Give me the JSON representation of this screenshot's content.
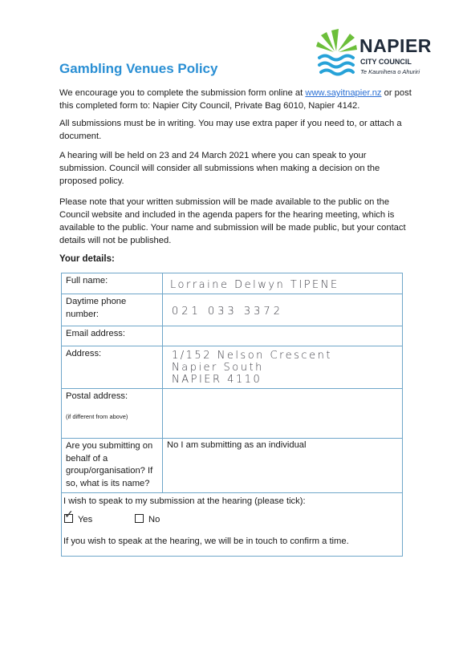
{
  "header": {
    "title": "Gambling Venues Policy",
    "logo_name": "NAPIER",
    "logo_sub": "CITY COUNCIL",
    "logo_maori": "Te Kaunihera o Ahuriri",
    "logo_icon": "napier-leaf-wave-icon",
    "colors": {
      "title": "#2a8fd4",
      "leaf": "#6cbf3a",
      "wave": "#27a2d8"
    }
  },
  "intro": {
    "p1_before": "We encourage you to complete the submission form online at ",
    "p1_link": "www.sayitnapier.nz",
    "p1_after": " or post this completed form to: Napier City Council, Private Bag 6010, Napier 4142.",
    "p2": "All submissions must be in writing.  You may use extra paper if you need to, or attach a document.",
    "p3": "A hearing will be held on 23 and 24 March 2021 where you can speak to your submission. Council will consider all submissions when making a decision on the proposed policy.",
    "p4": "Please note that your written submission will be made available to the public on the Council website and included in the agenda papers for the hearing meeting, which is available to the public. Your name and submission will be made public, but your contact details will not be published."
  },
  "details": {
    "heading": "Your details:",
    "full_name_label": "Full name:",
    "full_name_value": "Lorraine Delwyn TIPENE",
    "phone_label": "Daytime phone number:",
    "phone_value": "021 033 3372",
    "email_label": "Email address:",
    "email_value": "",
    "address_label": "Address:",
    "address_lines": [
      "1/152 Nelson Crescent",
      "Napier South",
      "NAPIER 4110"
    ],
    "postal_label": "Postal address:",
    "postal_note": "(if different from above)",
    "group_label": "Are you submitting on behalf of a group/organisation? If so, what is its name?",
    "group_value": "No I am submitting as an individual"
  },
  "hearing": {
    "question": "I wish to speak to my submission at the hearing (please tick):",
    "yes_label": "Yes",
    "no_label": "No",
    "yes_checked": true,
    "no_checked": false,
    "confirm_note": "If you wish to speak at the hearing, we will be in touch to confirm a time."
  }
}
